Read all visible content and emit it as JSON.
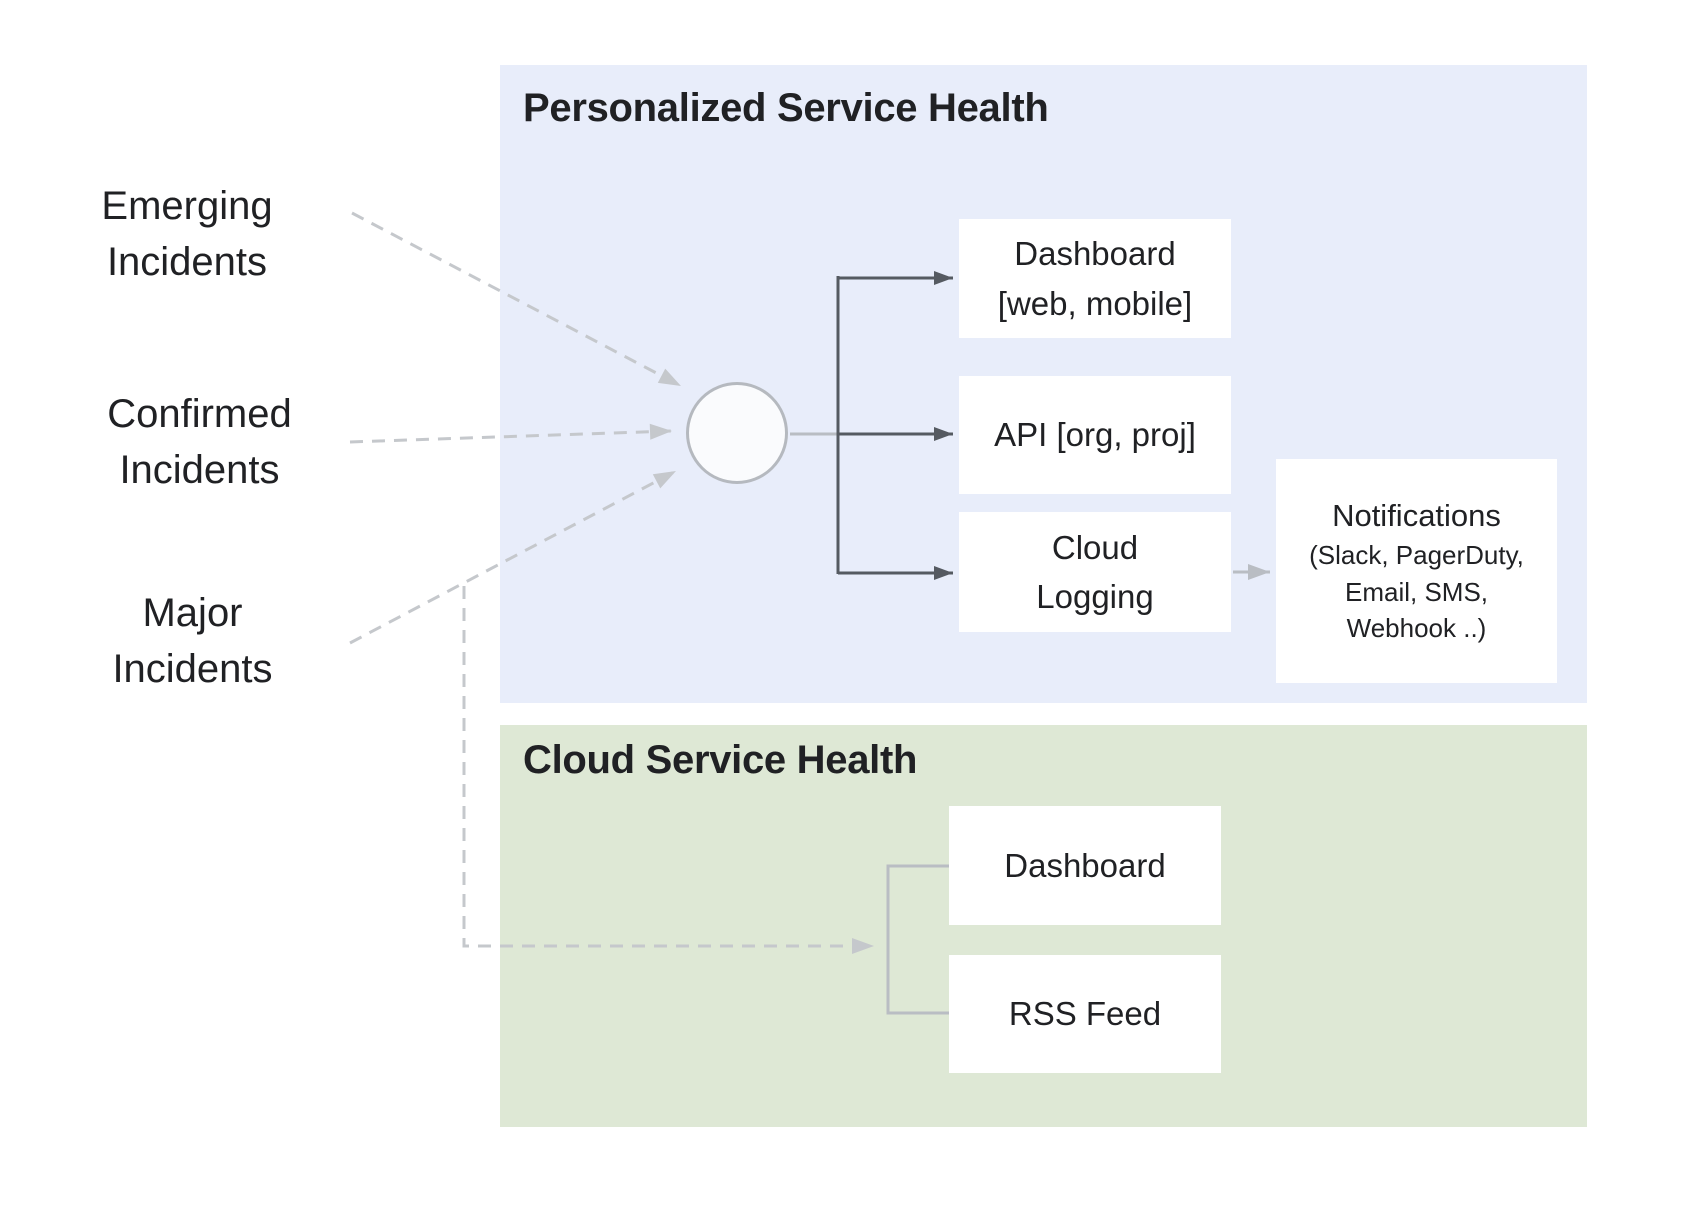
{
  "colors": {
    "canvas_bg": "#ffffff",
    "personalized_panel_bg": "#e8edfa",
    "cloud_panel_bg": "#dee8d5",
    "node_bg": "#ffffff",
    "text": "#202124",
    "connector_dark": "#555a61",
    "connector_light": "#b9bdc3",
    "dashed_line": "#c5c8cc",
    "circle_fill": "#fafbfd",
    "circle_stroke": "#b5b9bf"
  },
  "incident_sources": [
    {
      "lines": [
        "Emerging",
        "Incidents"
      ]
    },
    {
      "lines": [
        "Confirmed",
        "Incidents"
      ]
    },
    {
      "lines": [
        "Major",
        "Incidents"
      ]
    }
  ],
  "personalized_section": {
    "title": "Personalized Service Health",
    "nodes": {
      "dashboard": {
        "lines": [
          "Dashboard",
          "[web, mobile]"
        ]
      },
      "api": {
        "lines": [
          "API [org, proj]"
        ]
      },
      "cloud_logging": {
        "lines": [
          "Cloud",
          "Logging"
        ]
      },
      "notifications": {
        "title": "Notifications",
        "lines": [
          "(Slack, PagerDuty,",
          "Email, SMS,",
          "Webhook ..)"
        ]
      }
    }
  },
  "cloud_section": {
    "title": "Cloud Service Health",
    "nodes": {
      "dashboard": {
        "label": "Dashboard"
      },
      "rss_feed": {
        "label": "RSS Feed"
      }
    }
  }
}
